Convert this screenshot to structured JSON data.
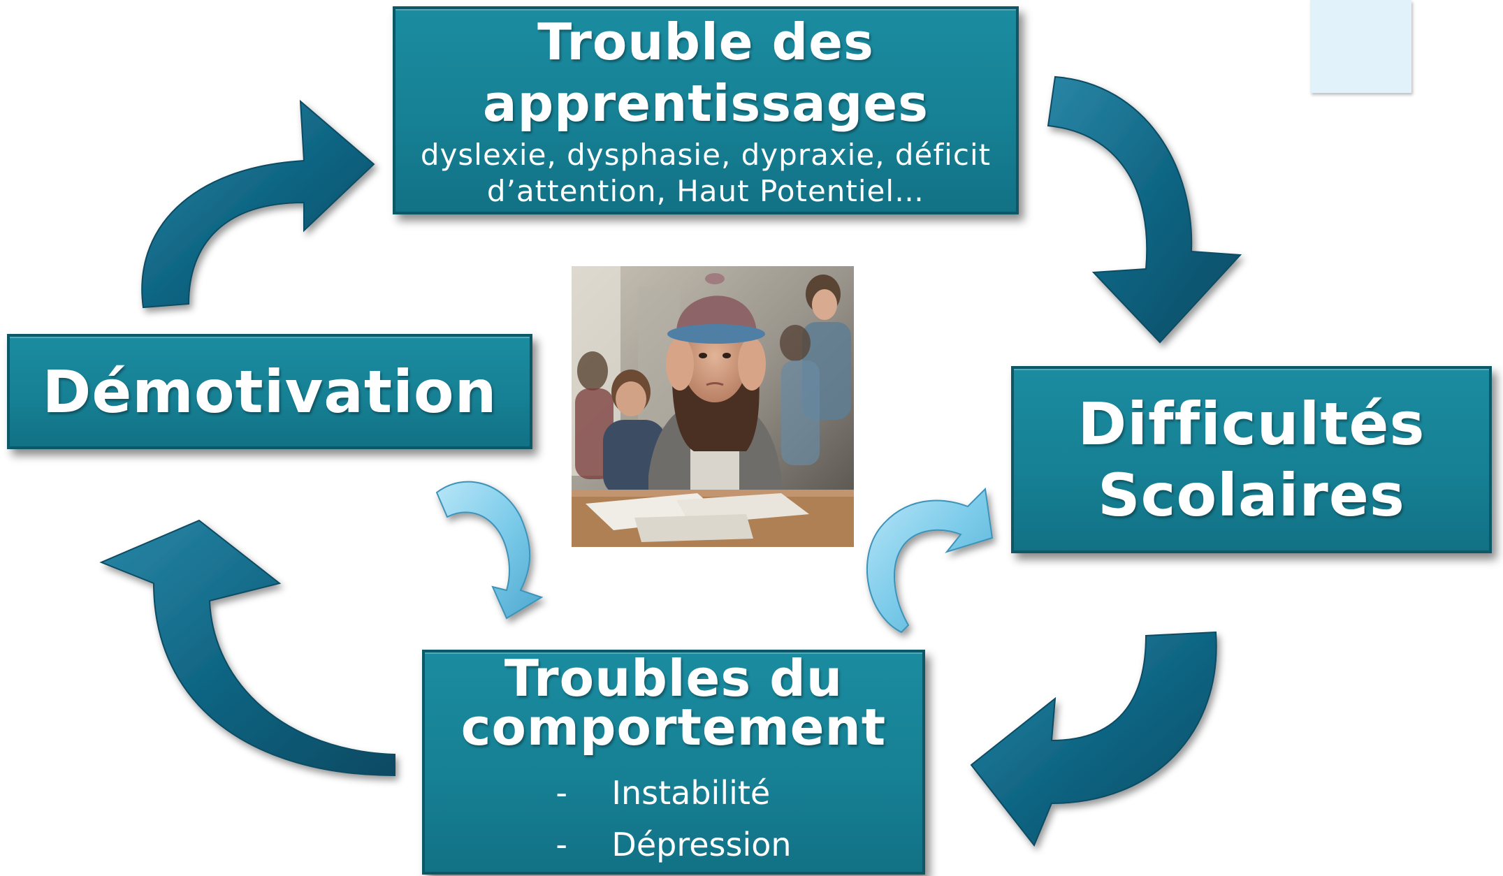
{
  "diagram": {
    "top_box": {
      "title": "Trouble des apprentissages",
      "subtitle_line1": "dyslexie, dysphasie, dypraxie, déficit",
      "subtitle_line2": "d’attention, Haut Potentiel…"
    },
    "left_box": {
      "title": "Démotivation"
    },
    "right_box": {
      "title_line1": "Difficultés",
      "title_line2": "Scolaires"
    },
    "bottom_box": {
      "title_line1": "Troubles du",
      "title_line2": "comportement",
      "items": [
        {
          "bullet": "-",
          "label": "Instabilité"
        },
        {
          "bullet": "-",
          "label": "Dépression"
        }
      ]
    },
    "center_image": "photo of a distressed girl in a cap holding her head at a classroom desk",
    "colors": {
      "box_fill": "#177f93",
      "box_border": "#0c5866",
      "big_arrow": "#0f6583",
      "small_arrow": "#7ccbea",
      "corner_rect": "#e2f2fa"
    }
  }
}
